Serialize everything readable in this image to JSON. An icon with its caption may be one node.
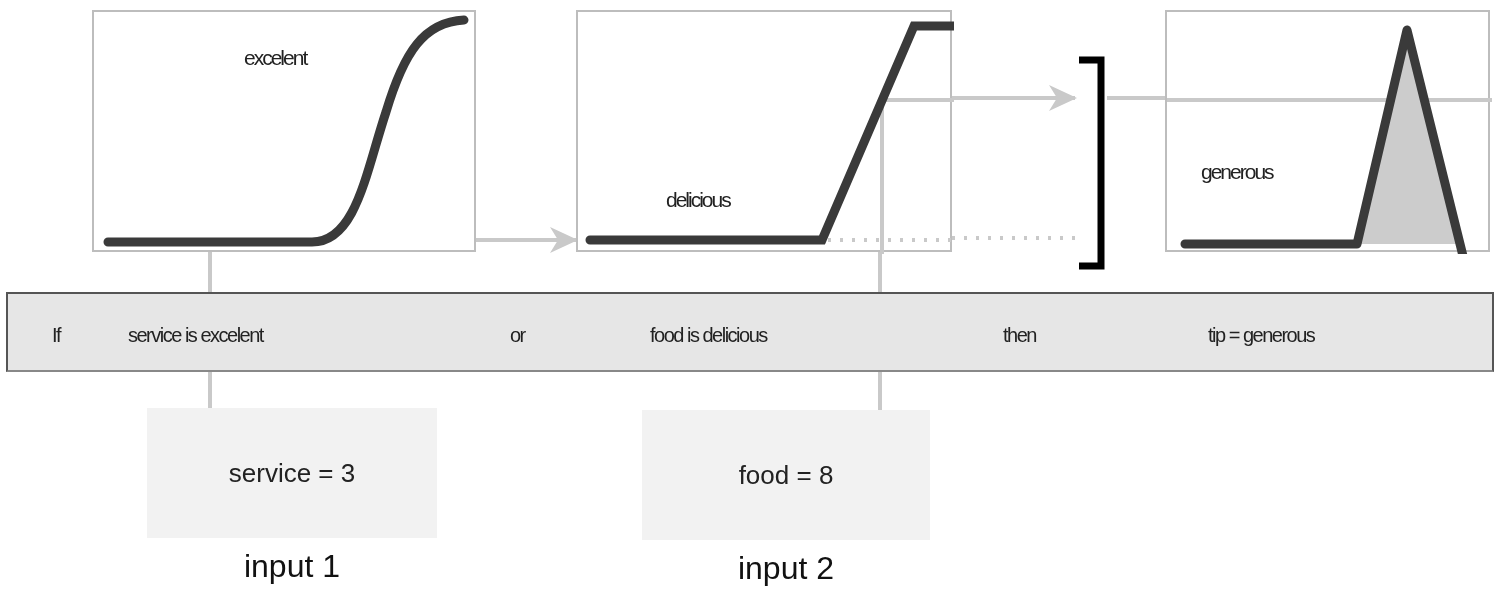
{
  "diagram": {
    "nodes": [
      {
        "text": [
          "excelent"
        ]
      },
      {
        "text": [
          "delicious"
        ]
      },
      {
        "text": [],
        "shape": "bracket"
      },
      {
        "text": [
          "generous"
        ]
      },
      {
        "text": [
          "If",
          "service is excelent",
          "or",
          "food is delicious",
          "then",
          "tip = generous"
        ]
      },
      {
        "text": [
          "service = 3"
        ],
        "beside": [
          "input 1"
        ]
      },
      {
        "text": [
          "food = 8"
        ],
        "beside": [
          "input 2"
        ]
      }
    ],
    "edges": [
      {
        "from": 0,
        "to": 1,
        "arrow": "to"
      },
      {
        "from": 1,
        "to": 2,
        "arrow": "to"
      },
      {
        "from": 1,
        "to": 2,
        "arrow": "none",
        "style": "dashed"
      },
      {
        "from": 2,
        "to": 3,
        "arrow": "none"
      },
      {
        "from": 5,
        "to": 4,
        "arrow": "none"
      },
      {
        "from": 4,
        "to": 0,
        "arrow": "none"
      },
      {
        "from": 6,
        "to": 4,
        "arrow": "none"
      },
      {
        "from": 4,
        "to": 1,
        "arrow": "none"
      }
    ]
  }
}
